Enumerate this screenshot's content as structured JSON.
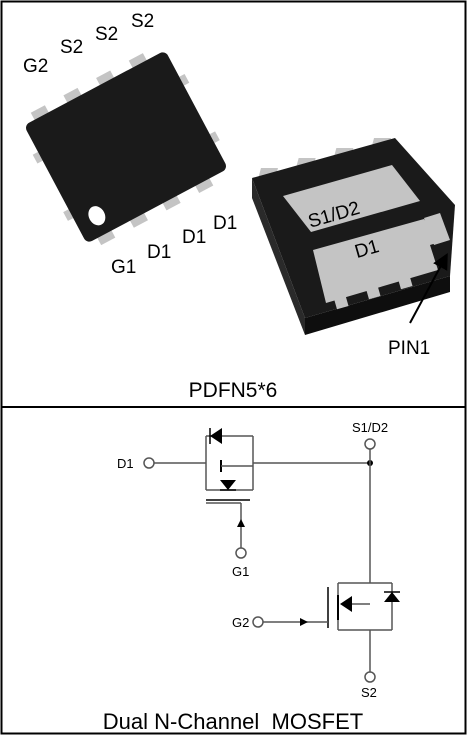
{
  "package": {
    "caption": "PDFN5*6",
    "top_view_pins": {
      "top": [
        "G2",
        "S2",
        "S2",
        "S2"
      ],
      "bottom": [
        "G1",
        "D1",
        "D1",
        "D1"
      ]
    },
    "bottom_view_pads": {
      "upper": "S1/D2",
      "lower": "D1"
    },
    "pin1_label": "PIN1"
  },
  "schematic": {
    "caption": "Dual N-Channel  MOSFET",
    "terminals": {
      "d1": "D1",
      "g1": "G1",
      "s1d2": "S1/D2",
      "g2": "G2",
      "s2": "S2"
    }
  },
  "colors": {
    "chip_body": "#1a1a1a",
    "pad": "#c4c4c4",
    "line": "#555555"
  }
}
